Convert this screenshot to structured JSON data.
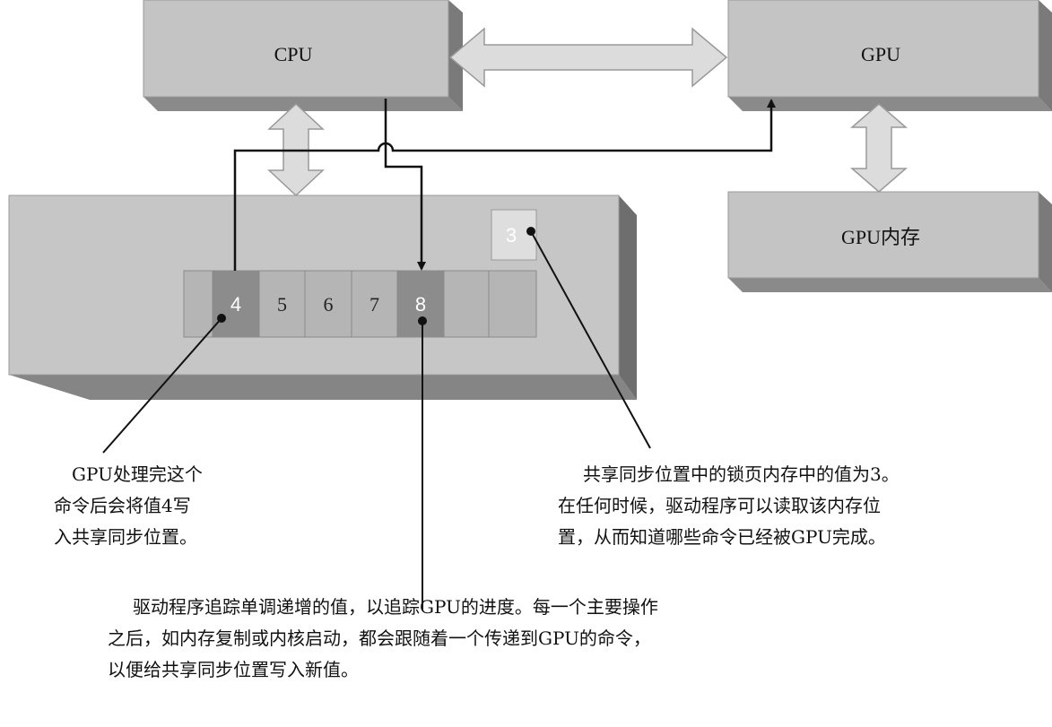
{
  "boxes": {
    "cpu": "CPU",
    "gpu": "GPU",
    "gpu_memory": "GPU内存"
  },
  "command_buffer": {
    "cells": [
      "",
      "4",
      "5",
      "6",
      "7",
      "8",
      "",
      ""
    ],
    "sync_value": "3"
  },
  "annotations": {
    "left": [
      "GPU处理完这个",
      "命令后会将值4写",
      "入共享同步位置。"
    ],
    "right": [
      "共享同步位置中的锁页内存中的值为3。",
      "在任何时候，驱动程序可以读取该内存位",
      "置，从而知道哪些命令已经被GPU完成。"
    ],
    "bottom": [
      "驱动程序追踪单调递增的值，以追踪GPU的进度。每一个主要操作",
      "之后，如内存复制或内核启动，都会跟随着一个传递到GPU的命令，",
      "以便给共享同步位置写入新值。"
    ]
  },
  "colors": {
    "box_face": "#c4c4c4",
    "box_shadow": "#8a8a8a",
    "cell": "#b5b5b5",
    "cell_dark": "#8c8c8c",
    "arrow_fill": "#dcdcdc"
  }
}
